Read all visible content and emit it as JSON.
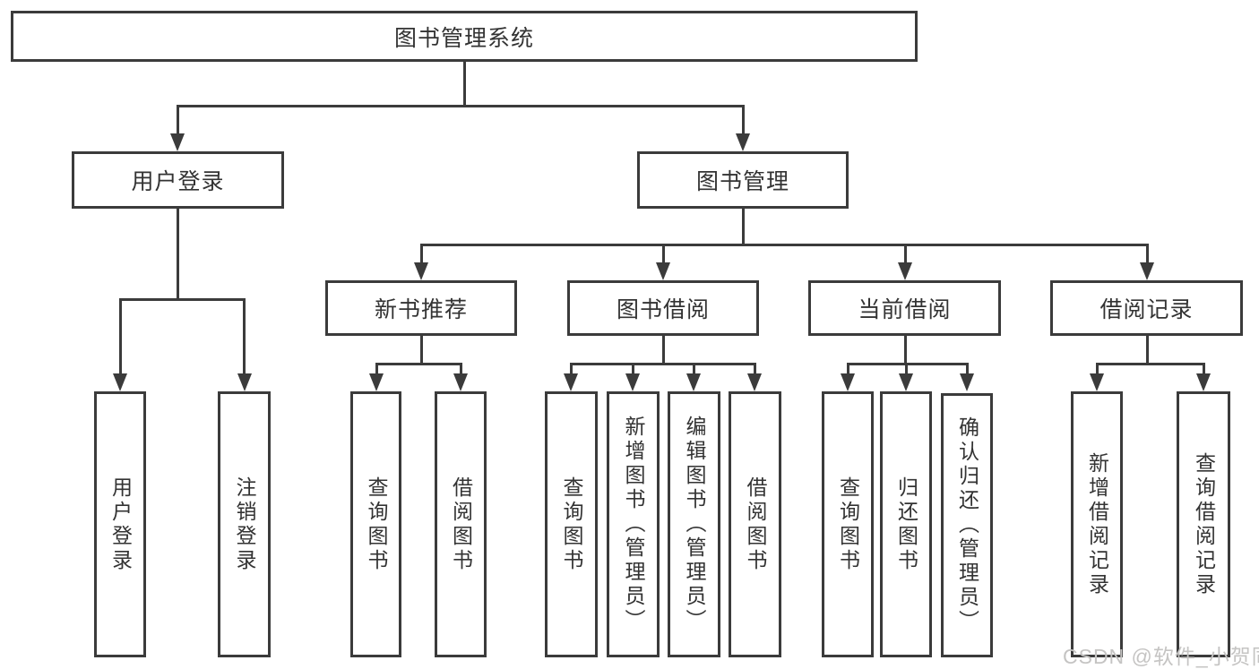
{
  "diagram": {
    "type": "hierarchy-tree",
    "colors": {
      "line": "#3b3b3b",
      "box_background": "#ffffff",
      "text": "#333333",
      "watermark": "#c5c4c3"
    },
    "watermark": "CSDN @软件_小贺同学",
    "tree": {
      "root": {
        "label": "图书管理系统",
        "children": [
          {
            "label": "用户登录",
            "children": [
              {
                "label": "用户登录"
              },
              {
                "label": "注销登录"
              }
            ]
          },
          {
            "label": "图书管理",
            "children": [
              {
                "label": "新书推荐",
                "children": [
                  {
                    "label": "查询图书"
                  },
                  {
                    "label": "借阅图书"
                  }
                ]
              },
              {
                "label": "图书借阅",
                "children": [
                  {
                    "label": "查询图书"
                  },
                  {
                    "label": "新增图书（管理员）"
                  },
                  {
                    "label": "编辑图书（管理员）"
                  },
                  {
                    "label": "借阅图书"
                  }
                ]
              },
              {
                "label": "当前借阅",
                "children": [
                  {
                    "label": "查询图书"
                  },
                  {
                    "label": "归还图书"
                  },
                  {
                    "label": "确认归还（管理员）"
                  }
                ]
              },
              {
                "label": "借阅记录",
                "children": [
                  {
                    "label": "新增借阅记录"
                  },
                  {
                    "label": "查询借阅记录"
                  }
                ]
              }
            ]
          }
        ]
      }
    }
  }
}
